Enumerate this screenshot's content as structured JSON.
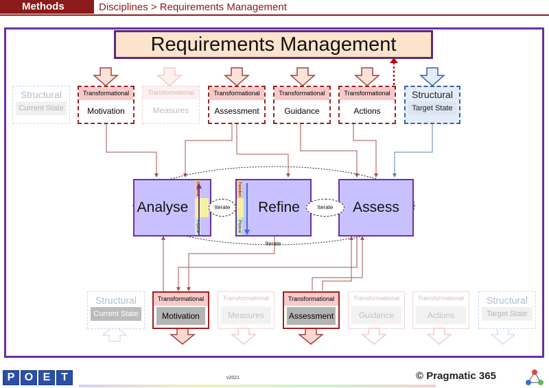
{
  "header": {
    "section_label": "Methods",
    "breadcrumb": "Disciplines > Requirements Management"
  },
  "title": "Requirements Management",
  "top_row": [
    {
      "header": "",
      "label": "Structural",
      "sub": "Current State",
      "style": "faded-structural"
    },
    {
      "header": "Transformational",
      "label": "Motivation",
      "style": "active"
    },
    {
      "header": "Transformational",
      "label": "Measures",
      "style": "faded"
    },
    {
      "header": "Transformational",
      "label": "Assessment",
      "style": "active"
    },
    {
      "header": "Transformational",
      "label": "Guidance",
      "style": "active"
    },
    {
      "header": "Transformational",
      "label": "Actions",
      "style": "active"
    },
    {
      "header": "",
      "label": "Structural",
      "sub": "Target State",
      "style": "structural"
    }
  ],
  "processes": {
    "analyse": "Analyse",
    "refine": "Refine",
    "assess": "Assess"
  },
  "iterate_labels": {
    "left": "Iterate",
    "right": "Iterate",
    "bottom": "Iterate"
  },
  "side_bars": {
    "a_top": "Discipline",
    "a_bottom": "Physical",
    "r_top": "Transition",
    "r_bottom": "Physical"
  },
  "bottom_row": [
    {
      "label": "Structural",
      "sub": "Current State",
      "style": "grey-structural"
    },
    {
      "header": "Transformational",
      "label": "Motivation",
      "style": "active"
    },
    {
      "header": "Transformational",
      "label": "Measures",
      "style": "faded"
    },
    {
      "header": "Transformational",
      "label": "Assessment",
      "style": "active"
    },
    {
      "header": "Transformational",
      "label": "Guidance",
      "style": "faded"
    },
    {
      "header": "Transformational",
      "label": "Actions",
      "style": "faded"
    },
    {
      "label": "Structural",
      "sub": "Target State",
      "style": "faded-structural"
    }
  ],
  "footer": {
    "logo_letters": [
      "P",
      "O",
      "E",
      "T"
    ],
    "version": "v2021",
    "brand": "© Pragmatic 365"
  },
  "colors": {
    "accent_red": "#a02020",
    "purple": "#6b2fa0",
    "process_fill": "#c9c1ff",
    "blue": "#3a5fa8"
  }
}
